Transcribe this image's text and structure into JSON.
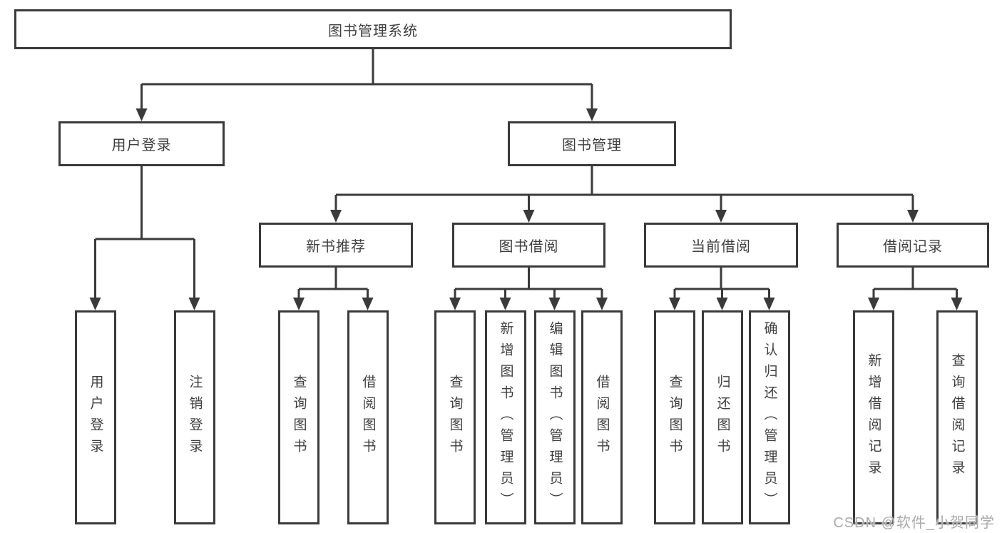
{
  "diagram": {
    "tree": {
      "root": {
        "label": "图书管理系统",
        "children": [
          {
            "label": "用户登录",
            "children": [
              {
                "label": "用户登录"
              },
              {
                "label": "注销登录"
              }
            ]
          },
          {
            "label": "图书管理",
            "children": [
              {
                "label": "新书推荐",
                "children": [
                  {
                    "label": "查询图书"
                  },
                  {
                    "label": "借阅图书"
                  }
                ]
              },
              {
                "label": "图书借阅",
                "children": [
                  {
                    "label": "查询图书"
                  },
                  {
                    "label": "新增图书（管理员）"
                  },
                  {
                    "label": "编辑图书（管理员）"
                  },
                  {
                    "label": "借阅图书"
                  }
                ]
              },
              {
                "label": "当前借阅",
                "children": [
                  {
                    "label": "查询图书"
                  },
                  {
                    "label": "归还图书"
                  },
                  {
                    "label": "确认归还（管理员）"
                  }
                ]
              },
              {
                "label": "借阅记录",
                "children": [
                  {
                    "label": "新增借阅记录"
                  },
                  {
                    "label": "查询借阅记录"
                  }
                ]
              }
            ]
          }
        ]
      }
    }
  },
  "watermark": {
    "text": "CSDN @软件_小贺同学"
  },
  "colors": {
    "line": "#3a3a3a",
    "text": "#3f3f3f",
    "background": "#ffffff",
    "watermark": "#aaaaaa"
  }
}
